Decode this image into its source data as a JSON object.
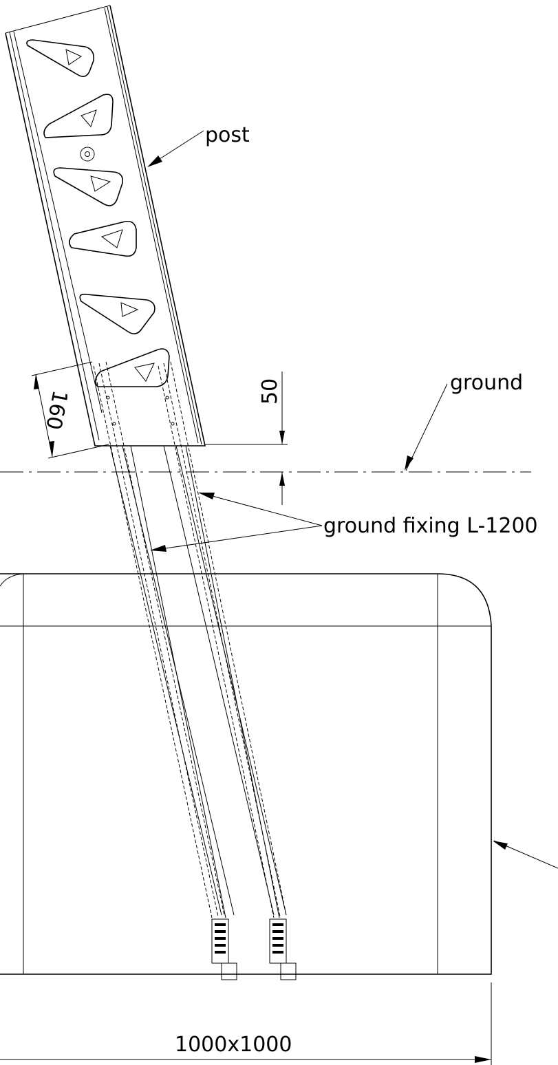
{
  "labels": {
    "post": "post",
    "ground": "ground",
    "ground_fixing": "ground fixing L-1200",
    "dim_50": "50",
    "dim_160": "160",
    "dim_base": "1000x1000"
  }
}
